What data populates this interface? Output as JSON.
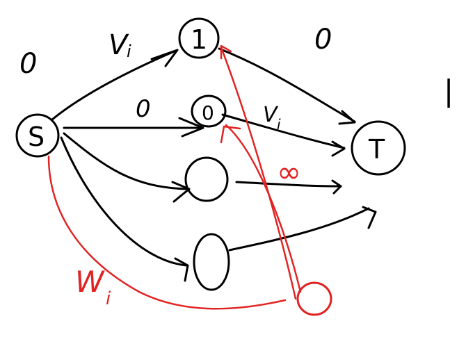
{
  "colors": {
    "ink": "#000000",
    "red_ink": "#e02424",
    "background": "#ffffff"
  },
  "nodes": {
    "source": "S",
    "v_top": "1",
    "v_mid": "0",
    "sink": "T"
  },
  "edge_labels": {
    "top_left_capacity": "V",
    "top_left_sub": "i",
    "mid_left_capacity": "0",
    "mid_right_capacity": "V",
    "mid_right_sub": "i",
    "infinity": "∞",
    "red_edge": "W",
    "red_edge_sub": "i"
  },
  "node_values": {
    "source_value": "0",
    "top_right_value": "0"
  },
  "margin_mark": "|"
}
